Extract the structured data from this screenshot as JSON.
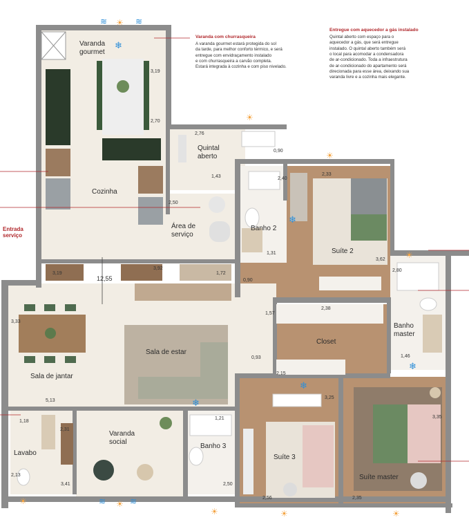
{
  "rooms": {
    "varanda_gourmet": "Varanda gourmet",
    "quintal_aberto": "Quintal aberto",
    "cozinha": "Cozinha",
    "area_servico": "Área de serviço",
    "banho2": "Banho 2",
    "suite2": "Suíte 2",
    "banho_master": "Banho master",
    "closet": "Closet",
    "sala_estar": "Sala de estar",
    "sala_jantar": "Sala de jantar",
    "varanda_social": "Varanda social",
    "lavabo": "Lavabo",
    "banho3": "Banho 3",
    "suite3": "Suíte 3",
    "suite_master": "Suíte master",
    "entrada_servico": "Entrada serviço"
  },
  "dimensions": {
    "d_3_19_top": "3,19",
    "d_2_70": "2,70",
    "d_2_76": "2,76",
    "d_0_90": "0,90",
    "d_1_43": "1,43",
    "d_2_40": "2,40",
    "d_2_33": "2,33",
    "d_2_50_srv": "2,50",
    "d_1_31": "1,31",
    "d_3_62_s2": "3,62",
    "d_3_19_mid": "3,19",
    "d_3_92": "3,92",
    "d_1_72": "1,72",
    "d_12_55": "12,55",
    "d_0_90_b": "0,90",
    "d_2_80": "2,80",
    "d_1_57": "1,57",
    "d_2_38": "2,38",
    "d_3_33": "3,33",
    "d_1_46": "1,46",
    "d_0_93": "0,93",
    "d_2_15": "2,15",
    "d_5_13": "5,13",
    "d_3_25": "3,25",
    "d_1_18": "1,18",
    "d_2_31": "2,31",
    "d_1_21": "1,21",
    "d_3_35": "3,35",
    "d_2_13": "2,13",
    "d_3_41": "3,41",
    "d_2_50_b3": "2,50",
    "d_2_56": "2,56",
    "d_2_35": "2,35"
  },
  "notes": {
    "churrasqueira_title": "Varanda com churrasqueira",
    "churrasqueira_lines": [
      "A varanda gourmet estará protegida do sol",
      "da tarde, para melhor conforto térmico, e será",
      "entregue com envidraçamento instalado",
      "e com churrasqueira a carvão completa.",
      "Estará integrada à cozinha e com piso nivelado."
    ],
    "aquecedor_title": "Entregue com aquecedor a gás instalado",
    "aquecedor_lines": [
      "Quintal aberto com espaço para o",
      "aquecedor a gás, que será entregue",
      "instalado. O quintal aberto também será",
      "o local para acomodar a condensadora",
      "de ar-condicionado. Toda a infraestrutura",
      "de ar-condicionado do apartamento será",
      "direcionada para esse área, deixando sua",
      "varanda livre e a cozinha mais elegante."
    ]
  },
  "icons": {
    "sun": "sun-icon",
    "snowflake": "snowflake-icon",
    "wind": "wind-icon"
  },
  "colors": {
    "wall": "#8a8a8a",
    "floor_light": "#f1ece4",
    "wood": "#b08a68",
    "accent_red": "#b0272b",
    "sun": "#f4a340",
    "snow": "#2f8fd8"
  }
}
